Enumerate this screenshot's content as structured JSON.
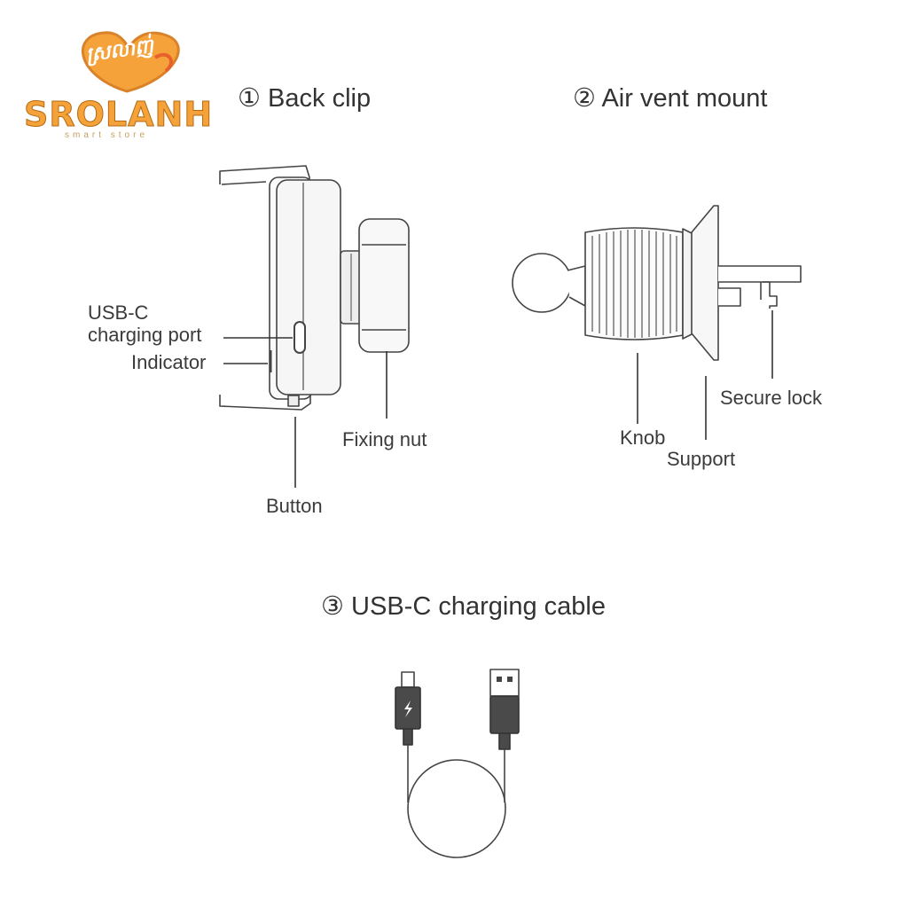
{
  "logo": {
    "brand": "SROLANH",
    "tagline": "smart store",
    "script": "ស្រលាញ់",
    "colors": {
      "orange": "#f5a23a",
      "dark": "#b26a12",
      "heart_red": "#e8612c"
    }
  },
  "sections": {
    "back_clip": {
      "title": "① Back clip"
    },
    "air_vent_mount": {
      "title": "② Air vent mount"
    },
    "cable": {
      "title": "③ USB-C charging cable"
    }
  },
  "labels": {
    "usb_c_line1": "USB-C",
    "usb_c_line2": "charging port",
    "indicator": "Indicator",
    "fixing_nut": "Fixing nut",
    "button": "Button",
    "knob": "Knob",
    "support": "Support",
    "secure_lock": "Secure lock"
  },
  "icons": [
    "lightning-icon"
  ],
  "colors": {
    "line": "#444444",
    "fill_light": "#f4f4f4",
    "fill_dark": "#4a4a4a"
  }
}
